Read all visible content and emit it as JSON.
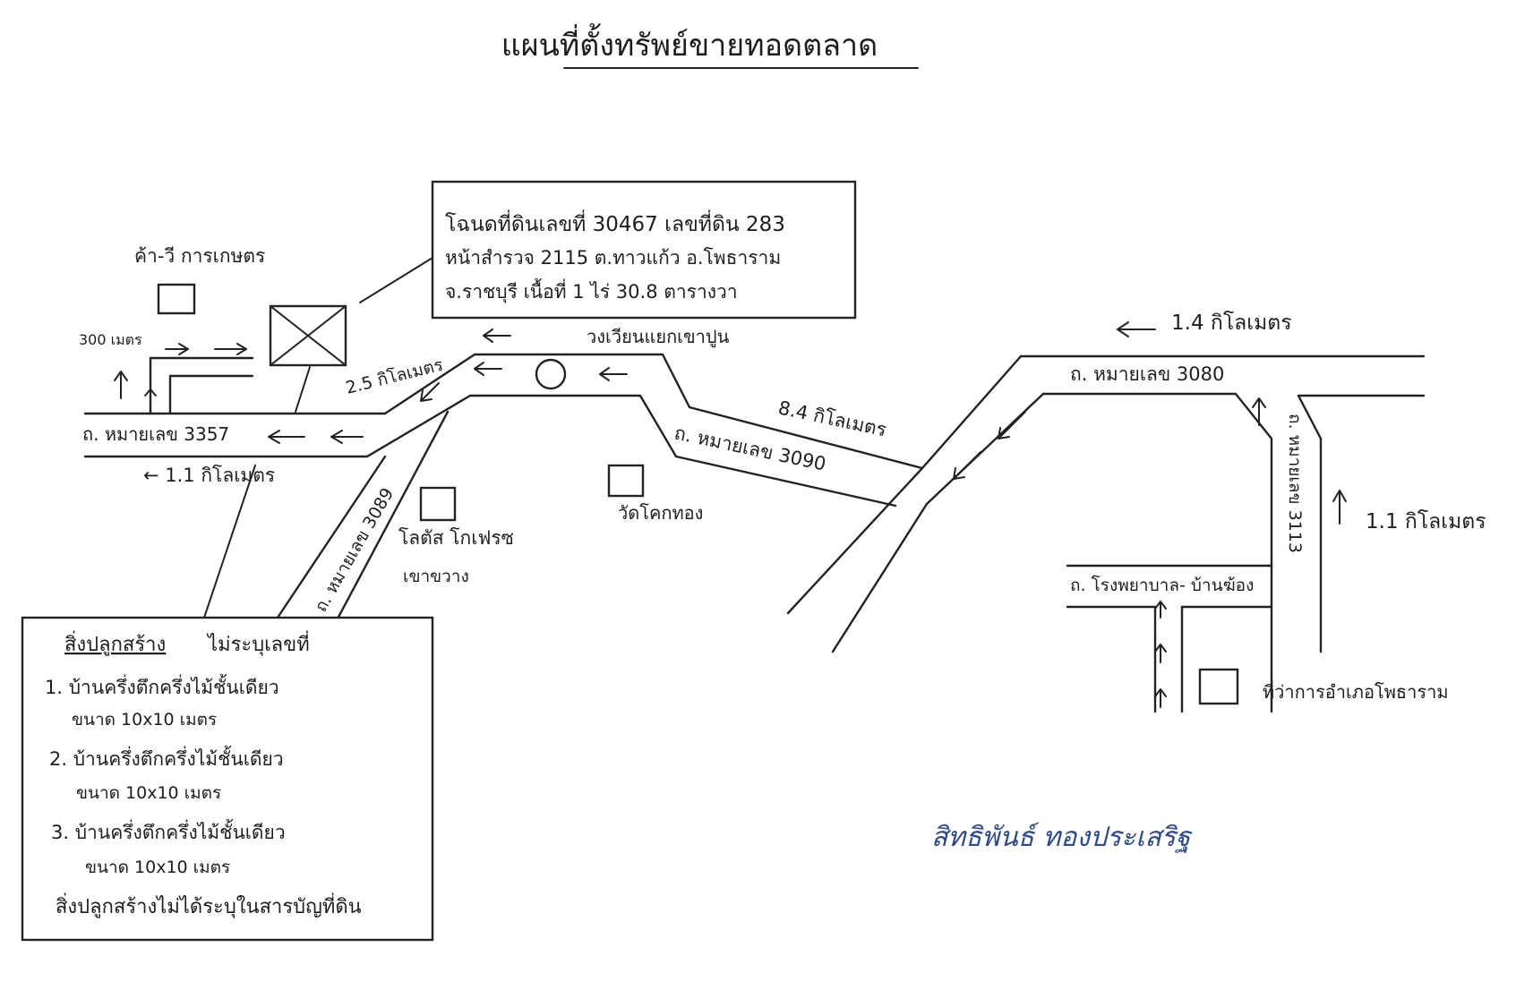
{
  "title": "แผนที่ตั้งทรัพย์ขายทอดตลาด",
  "land_info": {
    "line1": "โฉนดที่ดินเลขที่ 30467 เลขที่ดิน 283",
    "line2": "หน้าสำรวจ 2115 ต.ทาวแก้ว อ.โพธาราม",
    "line3": "จ.ราชบุรี เนื้อที่ 1 ไร่ 30.8 ตารางวา"
  },
  "landmarks": {
    "farm_shop": "ค้า-วี การเกษตร",
    "roundabout": "วงเวียนแยกเขาปูน",
    "lotus": "โลตัส โกเฟรซ",
    "lotus_sub": "เขาขวาง",
    "temple": "วัดโคกทอง",
    "district_office": "ที่ว่าการอำเภอโพธาราม"
  },
  "roads": {
    "road_3357": "ถ. หมายเลข 3357",
    "road_3089": "ถ. หมายเลข 3089",
    "road_3090": "ถ. หมายเลข 3090",
    "road_3080": "ถ. หมายเลข 3080",
    "road_3113": "ถ. หมายเลข 3113",
    "road_hospital": "ถ. โรงพยาบาล- บ้านฆ้อง"
  },
  "distances": {
    "d_300m": "300 เมตร",
    "d_2_5": "2.5 กิโลเมตร",
    "d_1_1_left": "← 1.1 กิโลเมตร",
    "d_8_4": "8.4 กิโลเมตร",
    "d_1_4": "1.4 กิโลเมตร",
    "d_1_1_right": "1.1 กิโลเมตร"
  },
  "buildings": {
    "heading": "สิ่งปลูกสร้าง",
    "heading_note": "ไม่ระบุเลขที่",
    "item1": "1. บ้านครึ่งตึกครึ่งไม้ชั้นเดียว",
    "item1_size": "ขนาด 10x10 เมตร",
    "item2": "2. บ้านครึ่งตึกครึ่งไม้ชั้นเดียว",
    "item2_size": "ขนาด 10x10 เมตร",
    "item3": "3. บ้านครึ่งตึกครึ่งไม้ชั้นเดียว",
    "item3_size": "ขนาด 10x10 เมตร",
    "footer": "สิ่งปลูกสร้างไม่ได้ระบุในสารบัญที่ดิน"
  },
  "signature": "สิทธิพันธ์ ทองประเสริฐ",
  "colors": {
    "ink": "#1e1e1e",
    "signature": "#2d4a8a"
  }
}
